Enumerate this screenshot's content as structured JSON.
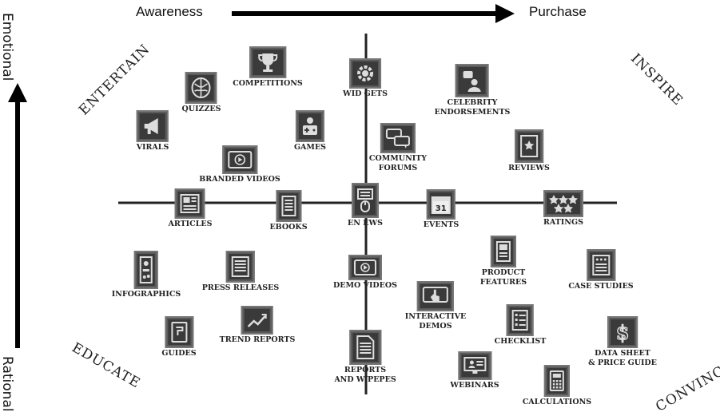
{
  "axes": {
    "top_left": "Awareness",
    "top_right": "Purchase",
    "left_top": "Emotional",
    "left_bottom": "Rational"
  },
  "quadrants": {
    "top_left": "ENTERTAIN",
    "top_right": "INSPIRE",
    "bottom_left": "EDUCATE",
    "bottom_right": "CONVINCE"
  },
  "items": {
    "competitions": "COMPETITIONS",
    "quizzes": "QUIZZES",
    "virals": "VIRALS",
    "games": "GAMES",
    "branded_videos": "BRANDED VIDEOS",
    "widgets": "WID GETS",
    "celebrity": [
      "CELEBRITY",
      "ENDORSEMENTS"
    ],
    "community": [
      "COMMUNITY",
      "FORUMS"
    ],
    "reviews": "REVIEWS",
    "articles": "ARTICLES",
    "ebooks": "EBOOKS",
    "enews": "EN EWS",
    "events": "EVENTS",
    "ratings": "RATINGS",
    "infographics": "INFOGRAPHICS",
    "press_releases": "PRESS RELEASES",
    "demo_videos": "DEMO VIDEOS",
    "product_features": [
      "PRODUCT",
      "FEATURES"
    ],
    "case_studies": "CASE STUDIES",
    "interactive_demos": [
      "INTERACTIVE",
      "DEMOS"
    ],
    "checklist": "CHECKLIST",
    "guides": "GUIDES",
    "trend_reports": "TREND REPORTS",
    "reports": [
      "REPORTS",
      "AND W/PEPES"
    ],
    "webinars": "WEBINARS",
    "data_sheet": [
      "DATA SHEET",
      "& PRICE GUIDE"
    ],
    "calculations": "CALCULATIONS"
  }
}
